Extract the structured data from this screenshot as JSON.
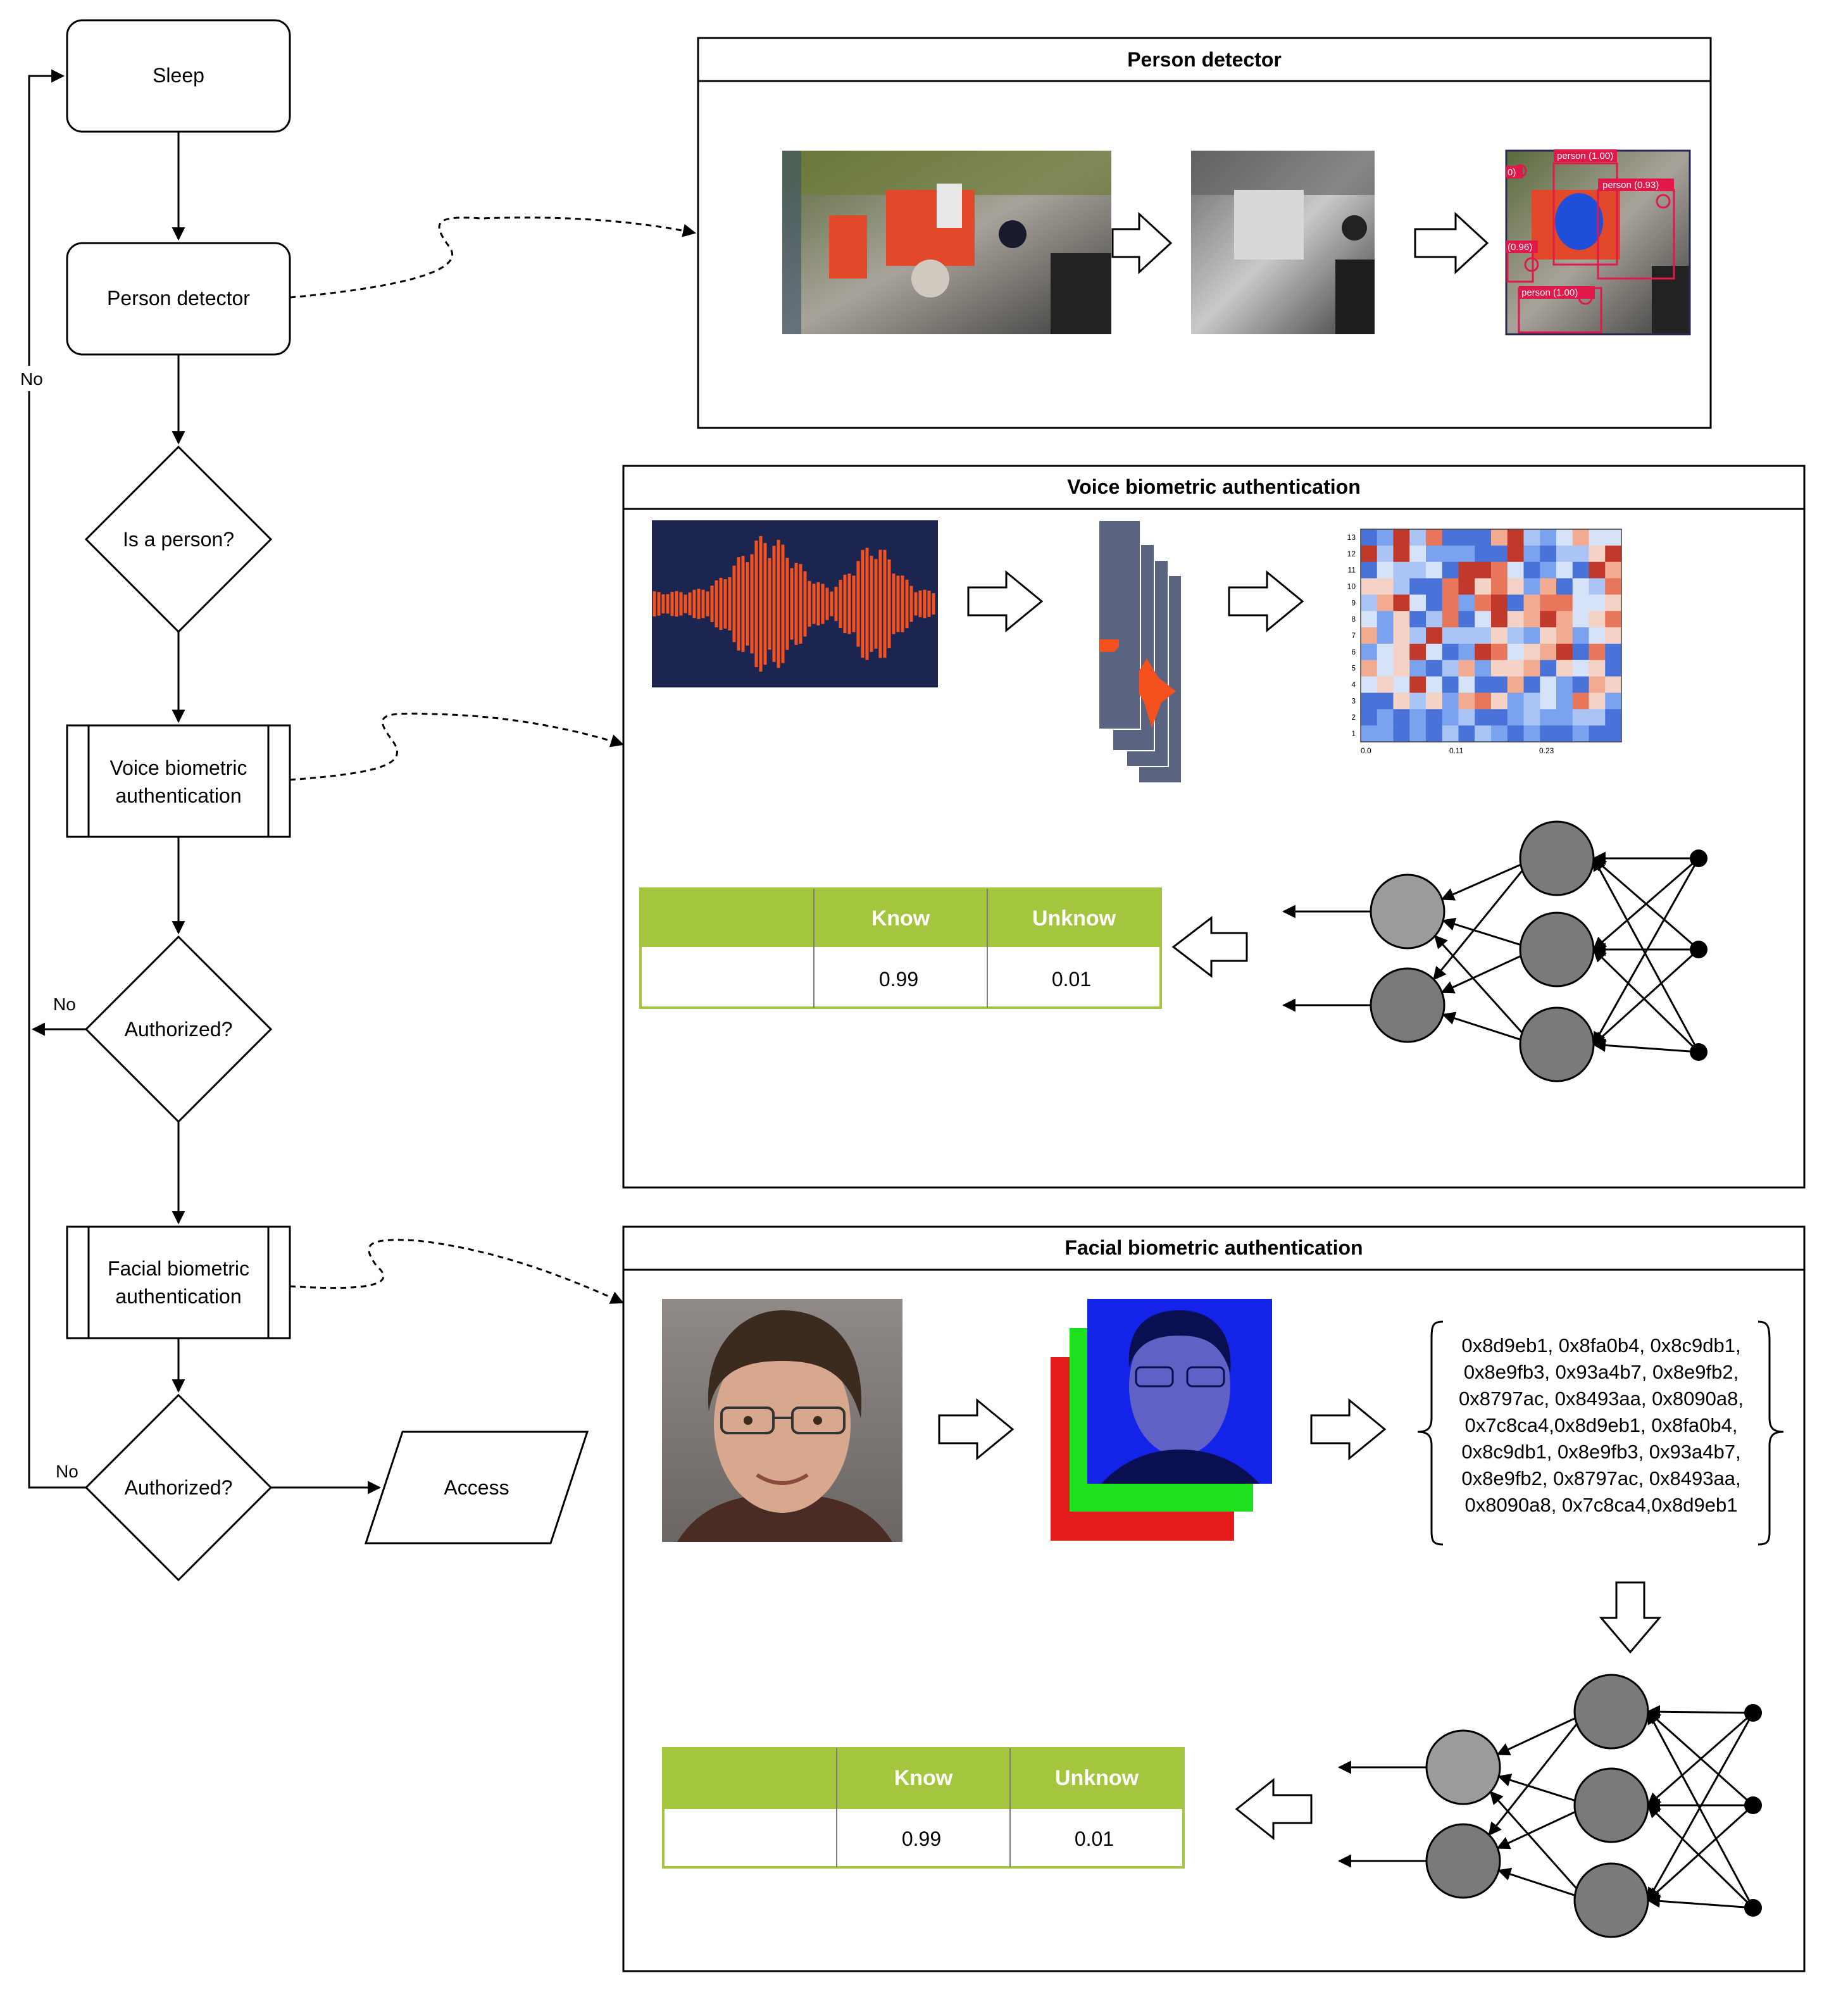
{
  "flowchart": {
    "sleep": "Sleep",
    "person_detector": "Person detector",
    "is_person": "Is a person?",
    "voice_line1": "Voice biometric",
    "voice_line2": "authentication",
    "authorized_1": "Authorized?",
    "facial_line1": "Facial biometric",
    "facial_line2": "authentication",
    "authorized_2": "Authorized?",
    "access": "Access",
    "no_1": "No",
    "no_2": "No",
    "no_3": "No"
  },
  "person_panel": {
    "title": "Person detector",
    "detections": [
      "person (1.00)",
      "person (0.93)",
      "(0.96)",
      "person (1.00)",
      "0)"
    ]
  },
  "voice_panel": {
    "title": "Voice biometric authentication",
    "heatmap_yticks": [
      "13",
      "12",
      "11",
      "10",
      "9",
      "8",
      "7",
      "6",
      "5",
      "4",
      "3",
      "2",
      "1"
    ],
    "heatmap_xticks": [
      "0.0",
      "0.11",
      "0.23"
    ],
    "table": {
      "headers": [
        "",
        "Know",
        "Unknow"
      ],
      "values": [
        "",
        "0.99",
        "0.01"
      ]
    }
  },
  "facial_panel": {
    "title": "Facial biometric authentication",
    "hash_lines": [
      "0x8d9eb1, 0x8fa0b4, 0x8c9db1,",
      "0x8e9fb3, 0x93a4b7, 0x8e9fb2,",
      "0x8797ac, 0x8493aa, 0x8090a8,",
      "0x7c8ca4,0x8d9eb1, 0x8fa0b4,",
      "0x8c9db1, 0x8e9fb3, 0x93a4b7,",
      "0x8e9fb2, 0x8797ac, 0x8493aa,",
      "0x8090a8, 0x7c8ca4,0x8d9eb1"
    ],
    "table": {
      "headers": [
        "",
        "Know",
        "Unknow"
      ],
      "values": [
        "",
        "0.99",
        "0.01"
      ]
    }
  },
  "colors": {
    "table_header": "#a3c63e",
    "waveform_bg": "#1c2550",
    "waveform": "#f4511e",
    "neuron_light": "#9b9b9b",
    "neuron_dark": "#7a7a7a",
    "detection_box": "#e0194a"
  }
}
